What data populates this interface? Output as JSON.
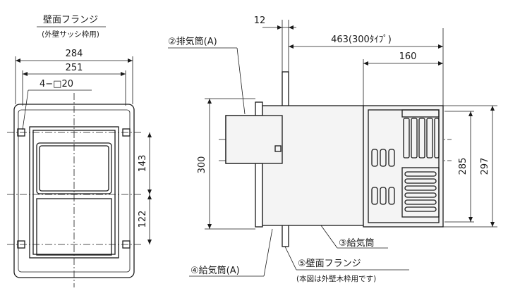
{
  "labels": {
    "front_title": "壁面フランジ",
    "front_subtitle": "(外壁サッシ枠用)",
    "item2": "②排気筒(A)",
    "item3": "③給気筒",
    "item4": "④給気筒(A)",
    "item5": "⑤壁面フランジ",
    "item5_note": "(本図は外壁木枠用です)"
  },
  "dims": {
    "width_284": "284",
    "width_251": "251",
    "holes": "4−□20",
    "h_143": "143",
    "h_122": "122",
    "flange_12": "12",
    "length_463": "463(300ﾀｲﾌﾟ)",
    "length_160": "160",
    "height_300": "300",
    "height_285": "285",
    "height_297": "297"
  }
}
